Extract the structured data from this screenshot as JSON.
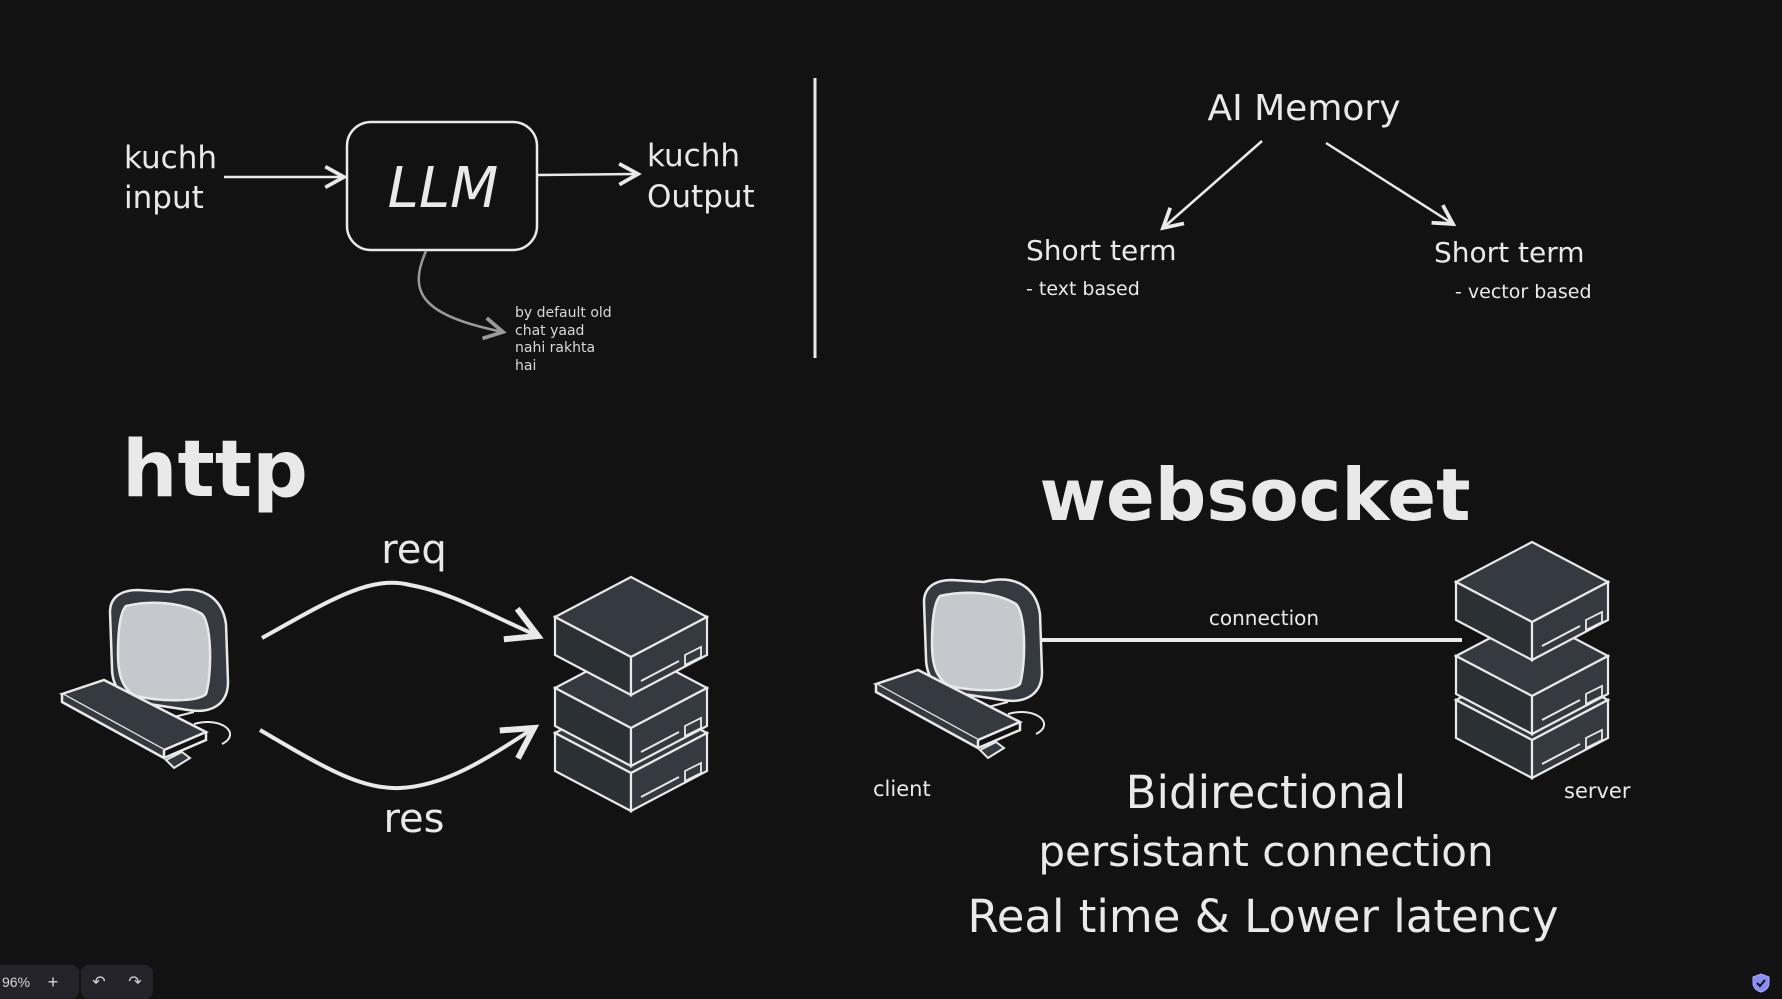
{
  "diagram_llm": {
    "input_label_1": "kuchh",
    "input_label_2": "input",
    "box_label": "LLM",
    "output_label_1": "kuchh",
    "output_label_2": "Output",
    "note_lines": [
      "by default old",
      "chat yaad",
      "nahi rakhta",
      "hai"
    ]
  },
  "diagram_memory": {
    "title": "AI Memory",
    "left_title": "Short term",
    "left_sub": "- text based",
    "right_title": "Short term",
    "right_sub": "- vector based"
  },
  "diagram_http": {
    "title": "http",
    "req_label": "req",
    "res_label": "res"
  },
  "diagram_websocket": {
    "title": "websocket",
    "connection_label": "connection",
    "client_label": "client",
    "server_label": "server",
    "line1": "Bidirectional",
    "line2": "persistant connection",
    "line3": "Real time & Lower latency"
  },
  "toolbar": {
    "zoom_value": "96%",
    "zoom_in_symbol": "+",
    "undo_symbol": "↶",
    "redo_symbol": "↷"
  },
  "colors": {
    "background": "#121212",
    "stroke": "#e9e9e9",
    "server_fill": "#343a40"
  }
}
